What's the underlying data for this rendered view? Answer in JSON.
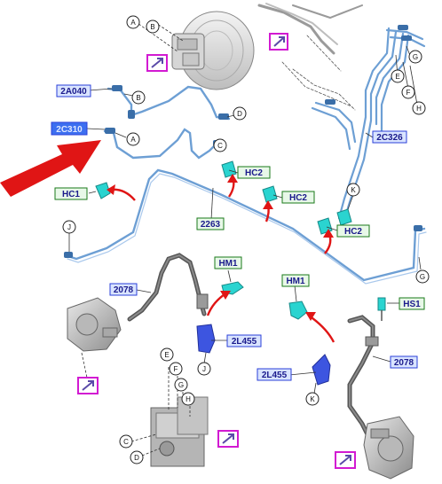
{
  "callouts": {
    "A": "A",
    "B": "B",
    "C": "C",
    "D": "D",
    "E": "E",
    "F": "F",
    "G": "G",
    "H": "H",
    "J": "J",
    "K": "K"
  },
  "part_labels": {
    "p2A040": "2A040",
    "p2C310": "2C310",
    "p2C326": "2C326",
    "p2263": "2263",
    "p2078_left": "2078",
    "p2078_right": "2078",
    "p2L455_left": "2L455",
    "p2L455_right": "2L455"
  },
  "fastener_labels": {
    "hc1": "HC1",
    "hc2_a": "HC2",
    "hc2_b": "HC2",
    "hc2_c": "HC2",
    "hm1_left": "HM1",
    "hm1_right": "HM1",
    "hs1": "HS1"
  },
  "colors": {
    "tube": "#6d9fd4",
    "tube_dark": "#3a6ea8",
    "blue_label_fill": "#d9e4ff",
    "blue_label_border": "#2a3fd8",
    "highlight_label_fill": "#3d6ff0",
    "green_label_fill": "#e8f8e8",
    "green_label_border": "#1a7a1a",
    "clip_cyan": "#2ad4d0",
    "magenta": "#d21ad2",
    "red_arrow": "#e01515",
    "bracket_blue": "#3d55e0",
    "grey_part": "#9a9a9a"
  },
  "icons": [
    "view-icon-booster",
    "view-icon-top",
    "view-icon-left-caliper",
    "view-icon-hcu",
    "view-icon-right-caliper"
  ]
}
